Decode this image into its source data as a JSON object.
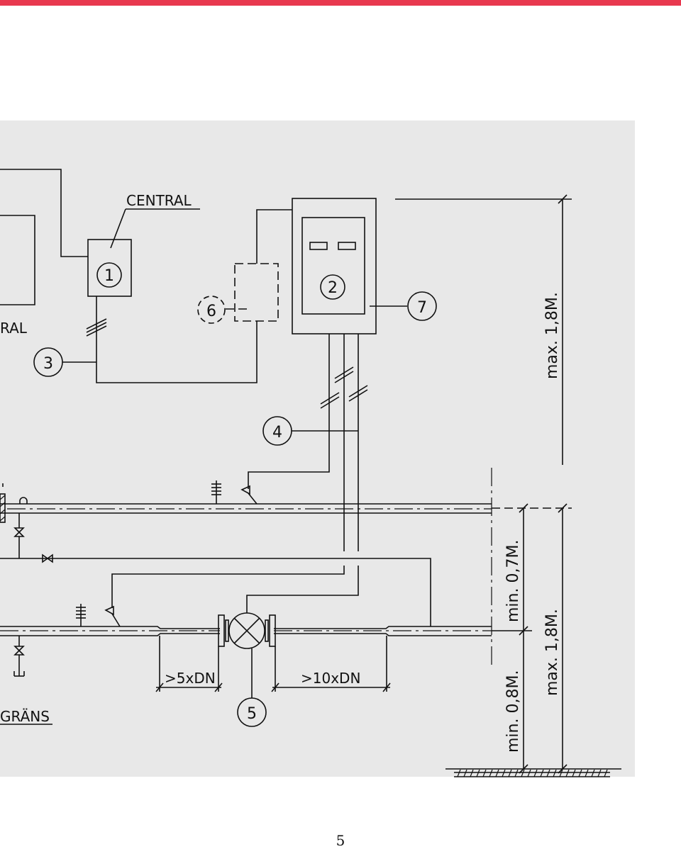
{
  "labels": {
    "central_top": "CENTRAL",
    "central_left": "RAL",
    "grans": "GRÄNS",
    "dn5": ">5xDN",
    "dn10": ">10xDN",
    "max_top": "max. 1,8M.",
    "min_07": "min. 0,7M.",
    "max_bottom": "max. 1,8M.",
    "min_08": "min. 0,8M."
  },
  "markers": [
    "1",
    "2",
    "3",
    "4",
    "5",
    "6",
    "7"
  ],
  "page_number": "5",
  "colors": {
    "accent_bar": "#e8384f",
    "panel_bg": "#e8e8e8",
    "ink": "#111111"
  }
}
